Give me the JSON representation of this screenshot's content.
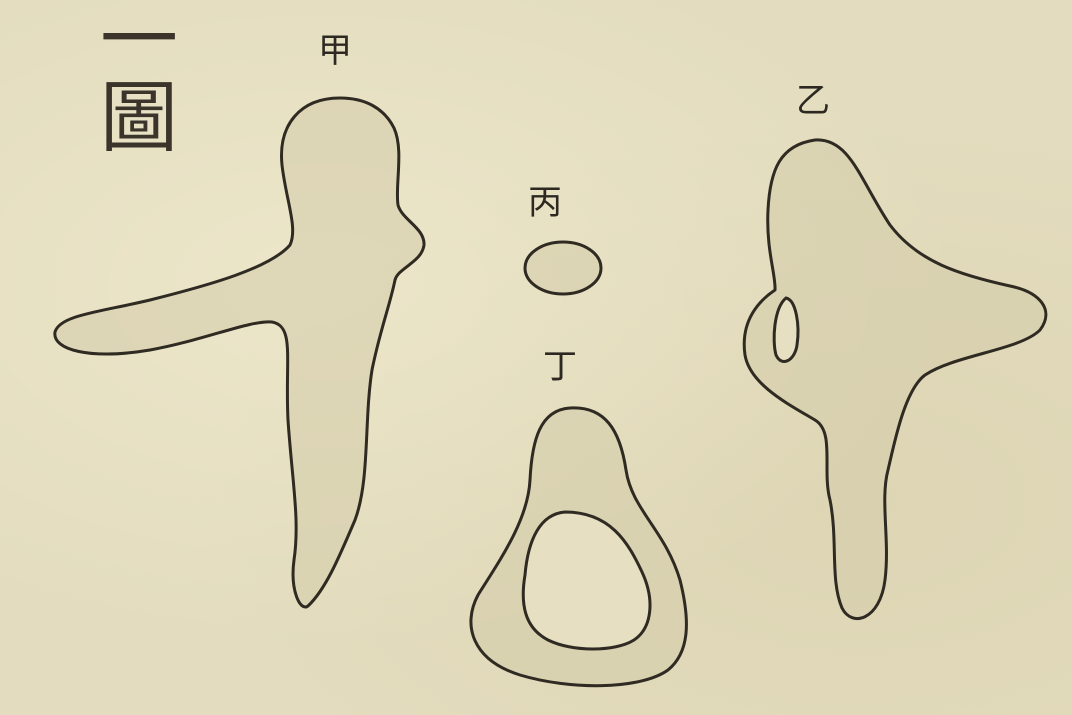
{
  "figure": {
    "title": "一圖"
  },
  "labels": {
    "jia": "甲",
    "yi": "乙",
    "bing": "丙",
    "ding": "丁"
  },
  "colors": {
    "paper": "#e3dcbe",
    "ink": "#2f2a22",
    "shading": "#d4ccaa"
  }
}
